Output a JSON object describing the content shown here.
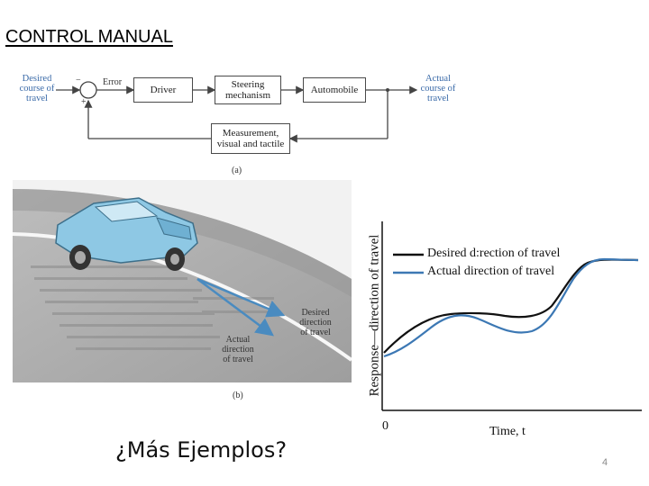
{
  "slide": {
    "title": "CONTROL MANUAL",
    "bottom_text": "¿Más Ejemplos?",
    "page_number": "4"
  },
  "diagram_a": {
    "input_label": "Desired course of travel",
    "error_label": "Error",
    "output_label": "Actual course of travel",
    "blocks": {
      "driver": "Driver",
      "steering": "Steering mechanism",
      "automobile": "Automobile",
      "measurement": "Measurement, visual and tactile"
    },
    "sign_minus": "−",
    "sign_plus": "+",
    "caption": "(a)"
  },
  "figure_b": {
    "desired_label": "Desired\ndirection\nof travel",
    "actual_label": "Actual\ndirection\nof travel",
    "caption": "(b)"
  },
  "graph": {
    "ylabel": "Response—direction of travel",
    "xlabel": "Time, t",
    "origin_label": "0",
    "legend": [
      "Desired d:rection of travel",
      "Actual direction of travel"
    ],
    "colors": {
      "desired": "#111111",
      "actual": "#3c78b4"
    }
  }
}
